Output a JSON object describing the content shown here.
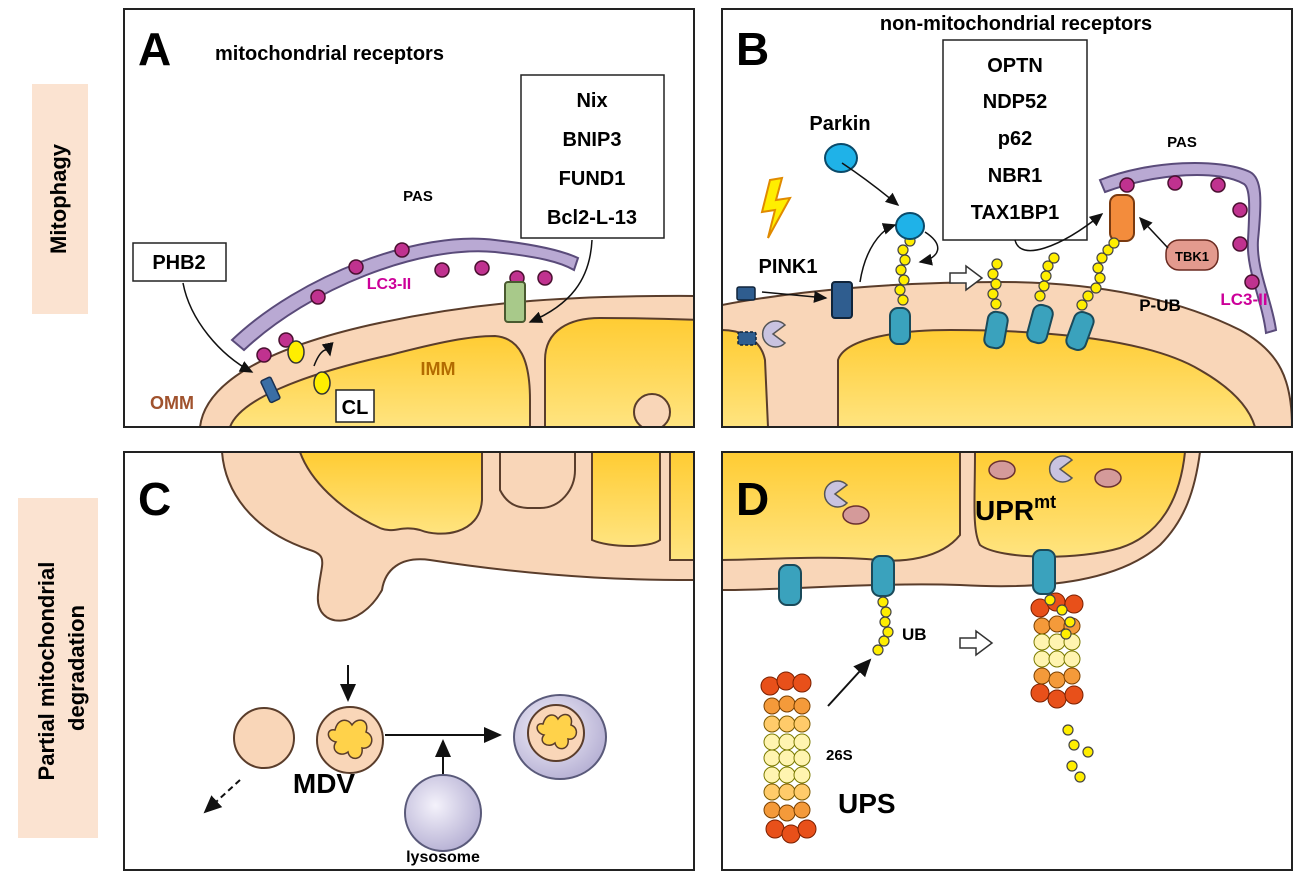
{
  "side_labels": {
    "top": "Mitophagy",
    "bottom": "Partial mitochondrial degradation"
  },
  "panels": {
    "A": {
      "letter": "A",
      "title": "mitochondrial receptors",
      "receptor_box": [
        "Nix",
        "BNIP3",
        "FUND1",
        "Bcl2-L-13"
      ],
      "phb2": "PHB2",
      "pas": "PAS",
      "lc3": "LC3-II",
      "imm": "IMM",
      "omm": "OMM",
      "cl": "CL"
    },
    "B": {
      "letter": "B",
      "title": "non-mitochondrial receptors",
      "receptor_box": [
        "OPTN",
        "NDP52",
        "p62",
        "NBR1",
        "TAX1BP1"
      ],
      "parkin": "Parkin",
      "pink1": "PINK1",
      "pas": "PAS",
      "tbk1": "TBK1",
      "pub": "P-UB",
      "lc3": "LC3-II"
    },
    "C": {
      "letter": "C",
      "mdv": "MDV",
      "lysosome": "lysosome"
    },
    "D": {
      "letter": "D",
      "upr": "UPR",
      "upr_sup": "mt",
      "ub": "UB",
      "s26": "26S",
      "ups": "UPS"
    }
  },
  "colors": {
    "mito_outer": "#f9d6b8",
    "mito_inner": "#ffd24a",
    "pas": "#b9a9d3",
    "lc3": "#c0328f",
    "receptor_teal": "#3aa2bd",
    "ub_yellow": "#ffee00",
    "parkin": "#1fb2e8",
    "pink1": "#2f5d8f",
    "side_label_bg": "#fbe3d1",
    "lc3_text": "#cc0099",
    "imm_text": "#b36b00",
    "omm_text": "#a0522d"
  }
}
